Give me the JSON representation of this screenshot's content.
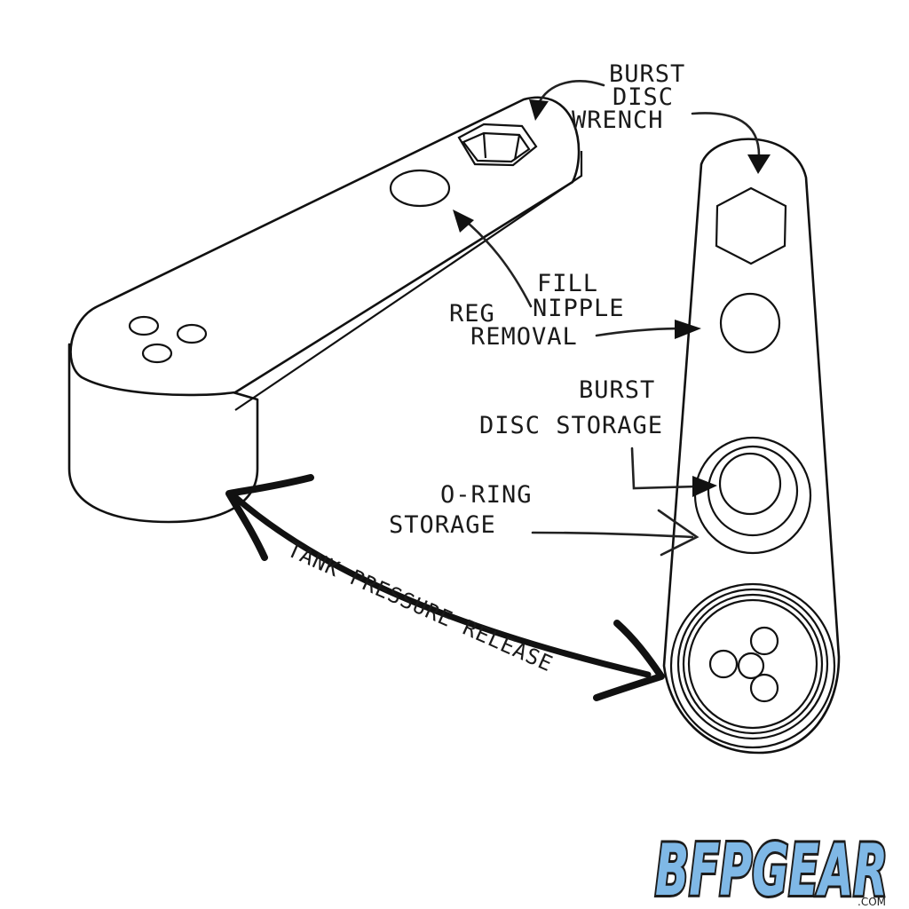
{
  "labels": {
    "burst_disc_wrench": [
      "BURST",
      "DISC",
      "WRENCH"
    ],
    "fill_nipple": [
      "FILL",
      "NIPPLE"
    ],
    "reg_removal": [
      "REG",
      "REMOVAL"
    ],
    "burst_disc_storage": [
      "BURST",
      "DISC STORAGE"
    ],
    "oring_storage": [
      "O-RING",
      "STORAGE"
    ],
    "tank_pressure_release": "TANK PRESSURE RELEASE"
  },
  "logo": {
    "text": "BFPGEAR",
    "subtext": ".COM",
    "fill_color": "#7fb8e6",
    "outline_color": "#1c1c1c"
  }
}
